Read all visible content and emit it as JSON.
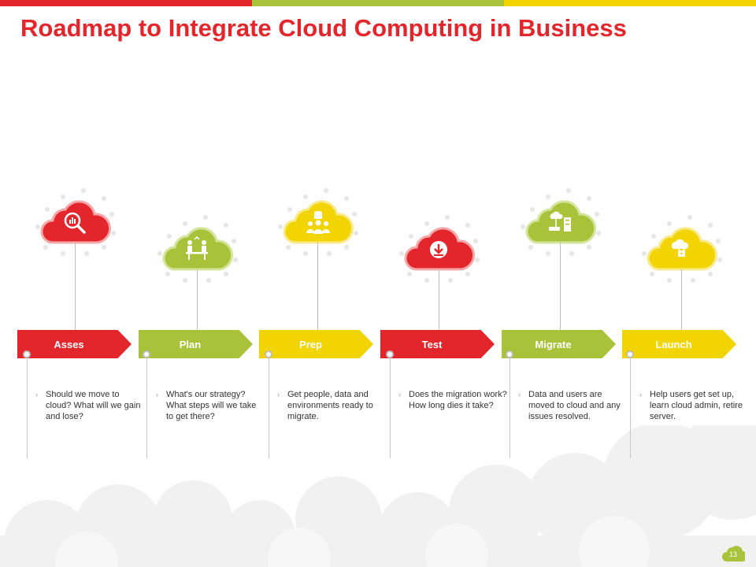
{
  "slide": {
    "title": "Roadmap to Integrate Cloud Computing in Business",
    "page_number": "13"
  },
  "colors": {
    "red": "#e2262b",
    "green": "#a9c23a",
    "yellow": "#f2d400"
  },
  "steps": [
    {
      "label": "Asses",
      "icon": "search-chart-icon",
      "description": "Should we move to cloud? What will we gain and lose?"
    },
    {
      "label": "Plan",
      "icon": "team-meeting-icon",
      "description": "What's our strategy? What steps will we take to get there?"
    },
    {
      "label": "Prep",
      "icon": "users-database-icon",
      "description": "Get people, data and environments ready to migrate."
    },
    {
      "label": "Test",
      "icon": "download-icon",
      "description": "Does the migration work? How long dies it take?"
    },
    {
      "label": "Migrate",
      "icon": "server-transfer-icon",
      "description": "Data and users are moved to cloud and any issues resolved."
    },
    {
      "label": "Launch",
      "icon": "cloud-lock-icon",
      "description": "Help users get set up, learn cloud admin, retire server."
    }
  ]
}
